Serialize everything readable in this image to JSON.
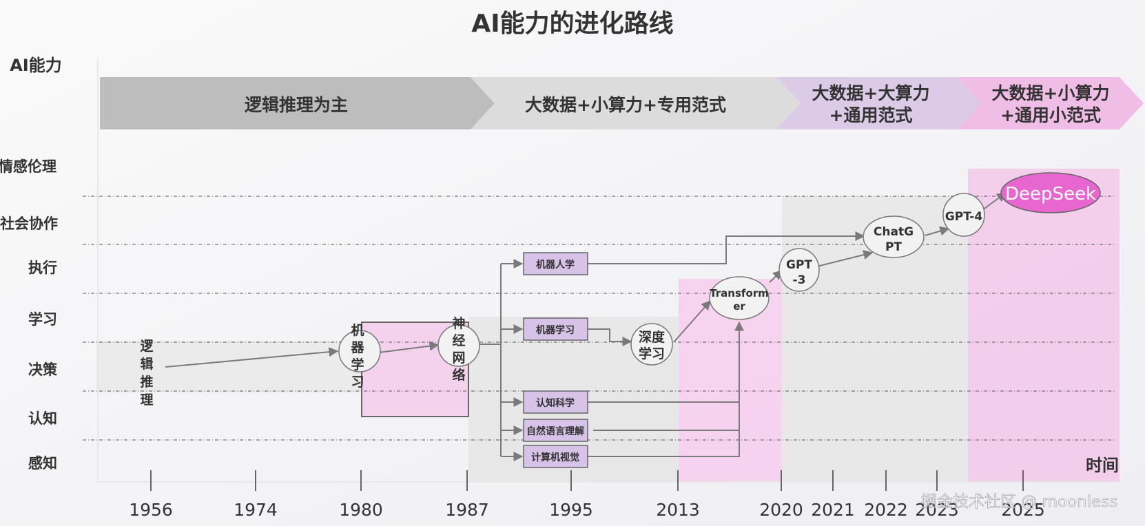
{
  "title": "AI能力的进化路线",
  "y_axis_label": "AI能力",
  "x_axis_label": "时间",
  "y_levels": [
    "情感伦理",
    "社会协作",
    "执行",
    "学习",
    "决策",
    "认知",
    "感知"
  ],
  "years": [
    "1956",
    "1974",
    "1980",
    "1987",
    "1995",
    "2013",
    "2020",
    "2021",
    "2022",
    "2023",
    "2025"
  ],
  "phases": [
    {
      "line1": "逻辑推理为主",
      "line2": ""
    },
    {
      "line1": "大数据+小算力+专用范式",
      "line2": ""
    },
    {
      "line1": "大数据+大算力",
      "line2": "+通用范式"
    },
    {
      "line1": "大数据+小算力",
      "line2": "+通用小范式"
    }
  ],
  "nodes": {
    "logic_reasoning": [
      "逻",
      "辑",
      "推",
      "理"
    ],
    "machine_learning_1980": [
      "机",
      "器",
      "学",
      "习"
    ],
    "neural_network": [
      "神",
      "经",
      "网",
      "络"
    ],
    "robotics": "机器人学",
    "machine_learning": "机器学习",
    "cognitive_science": "认知科学",
    "nlp": "自然语言理解",
    "computer_vision": "计算机视觉",
    "deep_learning": [
      "深度",
      "学习"
    ],
    "transformer": [
      "Transform",
      "er"
    ],
    "gpt3": [
      "GPT",
      "-3"
    ],
    "chatgpt": [
      "ChatG",
      "PT"
    ],
    "gpt4": "GPT-4",
    "deepseek": "DeepSeek"
  },
  "watermark": "掘金技术社区 @ moonless",
  "colors": {
    "phase1": "#bdbdbd",
    "phase2": "#dcdcdc",
    "phase3": "#dccbe6",
    "phase4": "#f0bde6",
    "pink_band": "#f6cbed",
    "box_fill": "#d7c3e8",
    "deepseek_fill": "#e766cf",
    "arrow": "#7a7a7a"
  }
}
